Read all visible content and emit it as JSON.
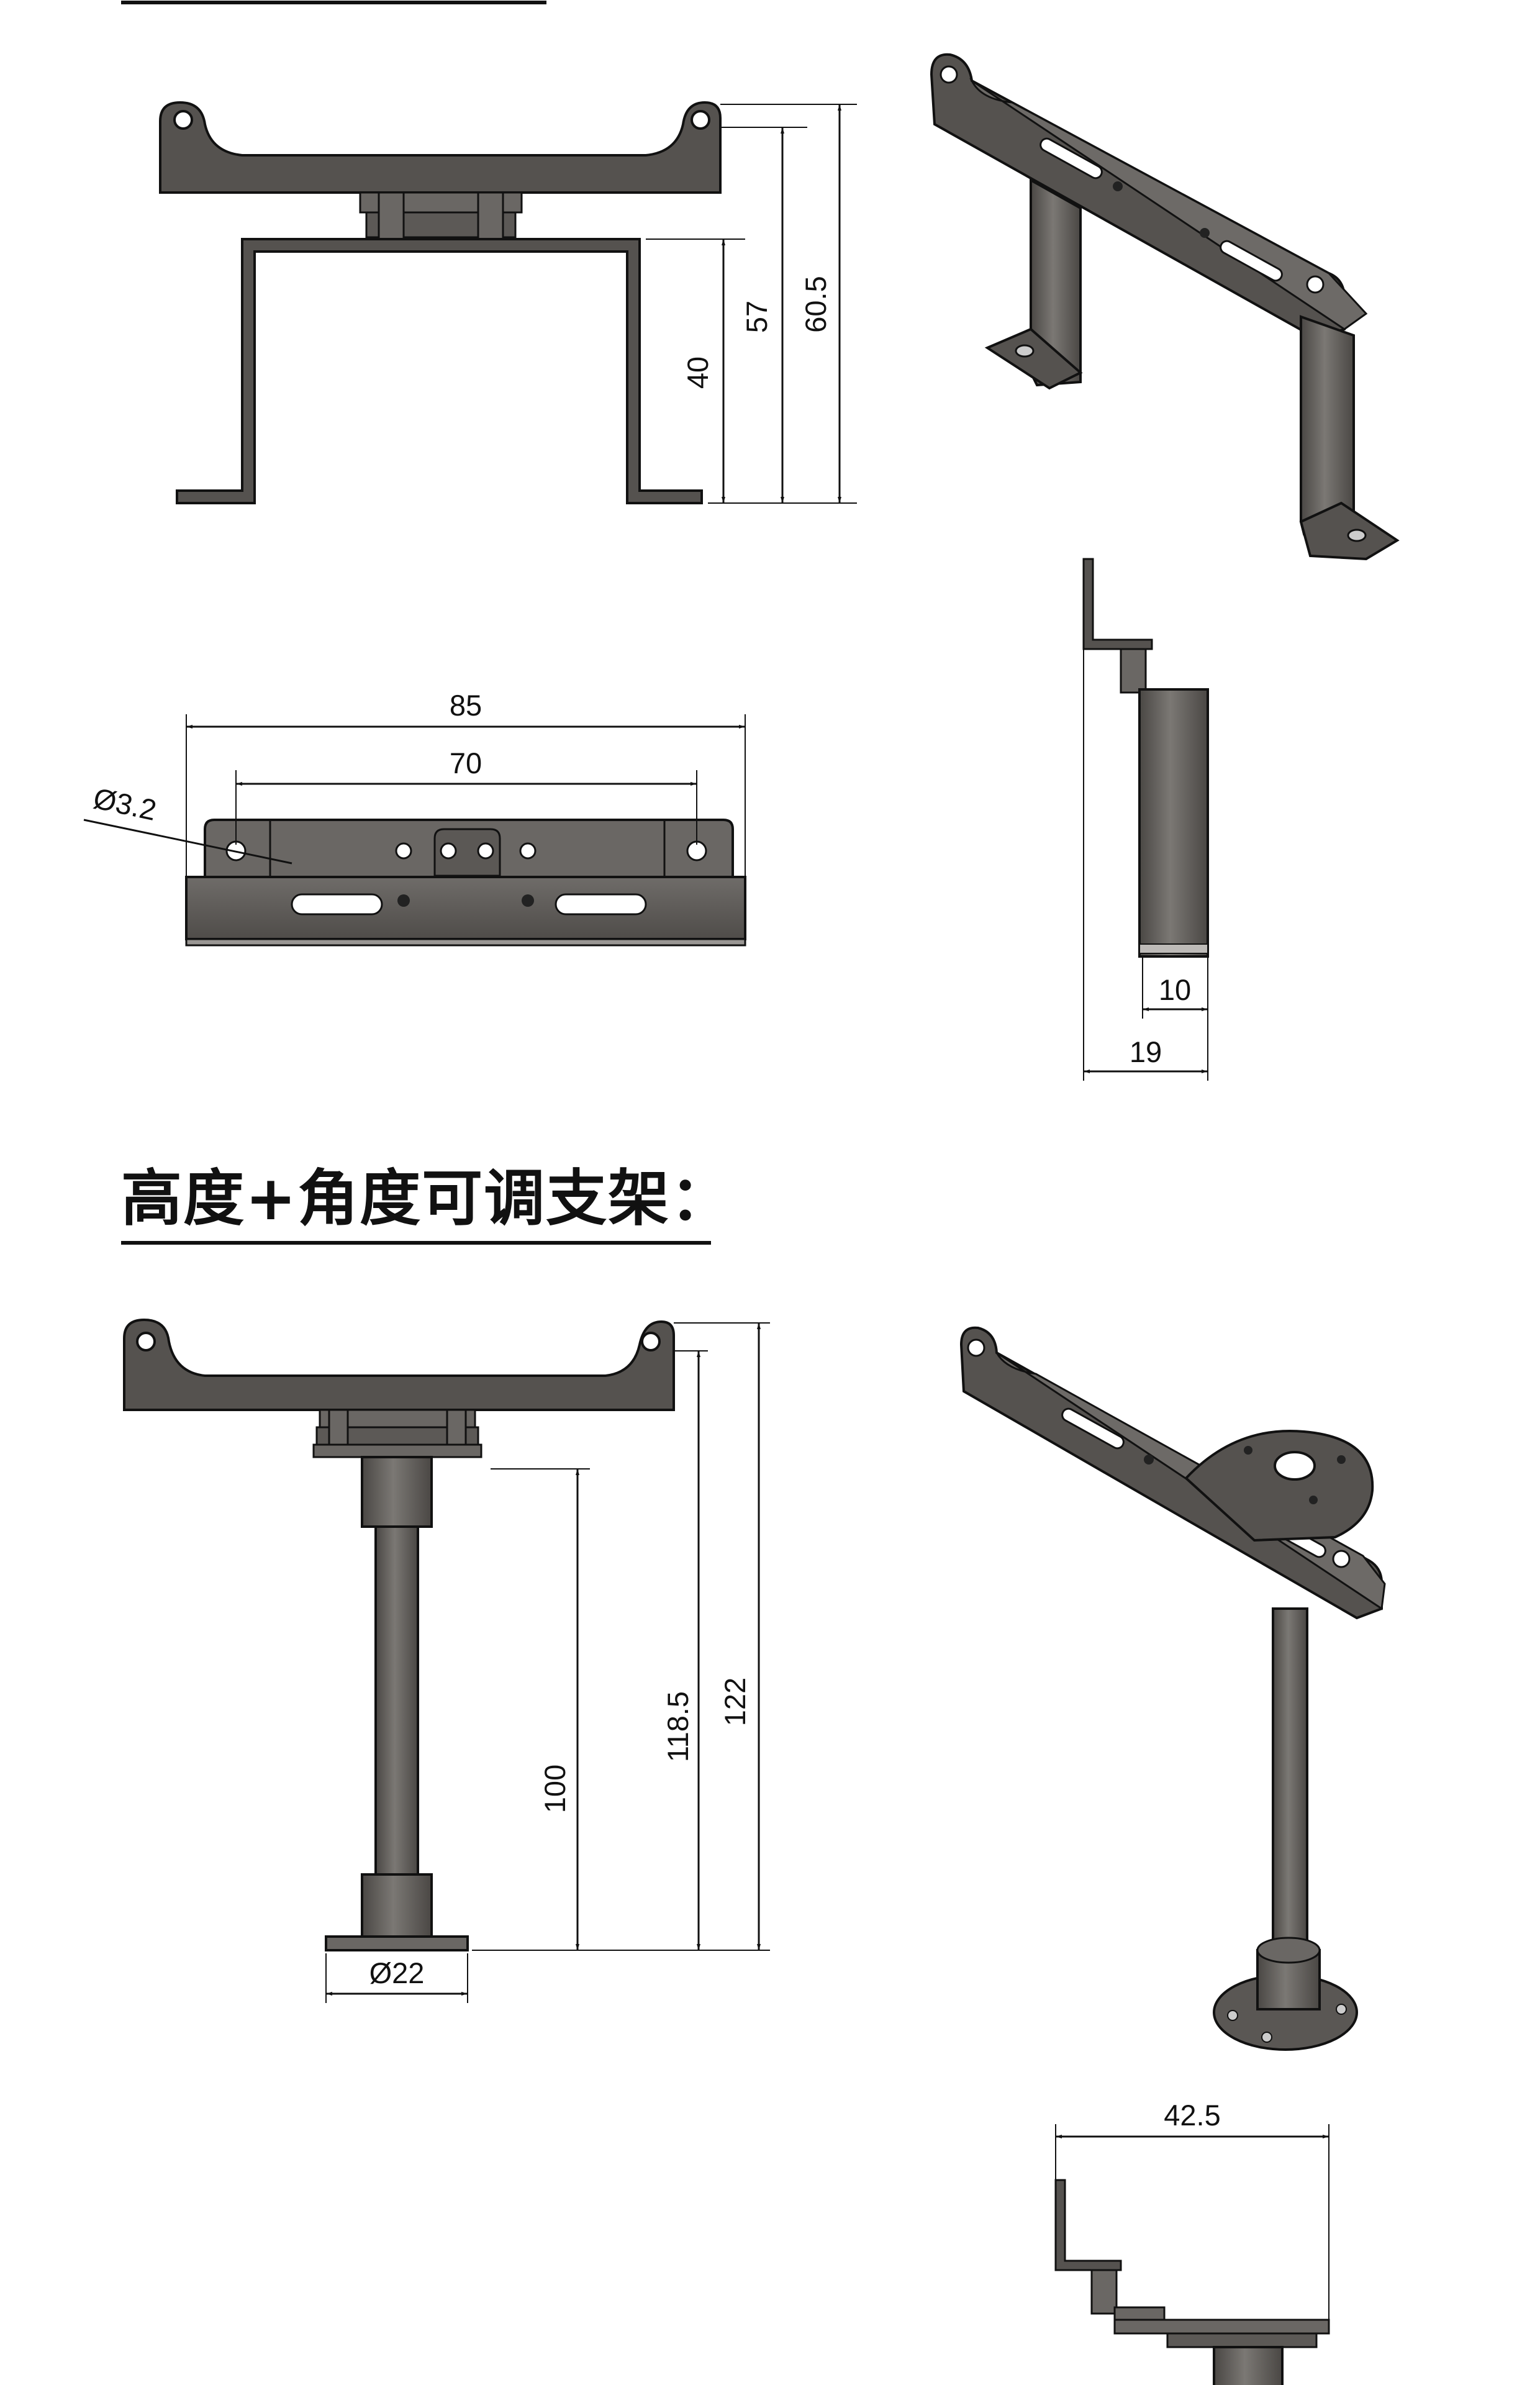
{
  "section_title": "高度+角度可调支架：",
  "colors": {
    "metal": "#55524f",
    "metal_light": "#8a8784",
    "line": "#111111"
  },
  "bracket_front_view": {
    "dims": {
      "height_40": "40",
      "height_57": "57",
      "height_60_5": "60.5"
    }
  },
  "bracket_top_view": {
    "dims": {
      "width_85": "85",
      "width_70": "70",
      "hole_dia": "Ø3.2"
    }
  },
  "bracket_side_view": {
    "dims": {
      "depth_10": "10",
      "depth_19": "19"
    }
  },
  "stand_front_view": {
    "dims": {
      "height_100": "100",
      "height_118_5": "118.5",
      "height_122": "122",
      "base_dia": "Ø22"
    }
  },
  "stand_side_view": {
    "dims": {
      "width_42_5": "42.5"
    }
  }
}
